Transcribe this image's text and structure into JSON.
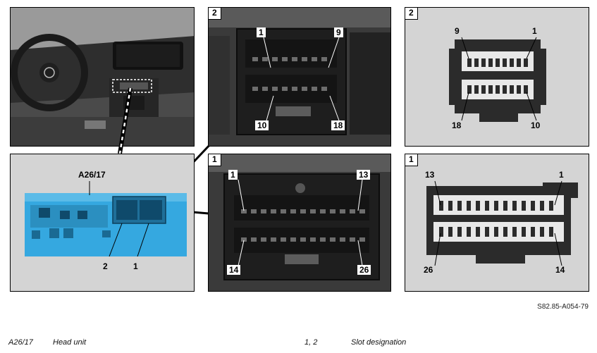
{
  "figure_code": "S82.85-A054-79",
  "panels": {
    "connector2_photo": {
      "tag": "2",
      "pins": {
        "p1": "1",
        "p9": "9",
        "p10": "10",
        "p18": "18"
      }
    },
    "connector2_drawing": {
      "tag": "2",
      "pins": {
        "p9": "9",
        "p1": "1",
        "p18": "18",
        "p10": "10"
      }
    },
    "connector1_photo": {
      "tag": "1",
      "pins": {
        "p1": "1",
        "p13": "13",
        "p14": "14",
        "p26": "26"
      }
    },
    "connector1_drawing": {
      "tag": "1",
      "pins": {
        "p13": "13",
        "p1": "1",
        "p26": "26",
        "p14": "14"
      }
    },
    "head_unit": {
      "label": "A26/17",
      "slot2": "2",
      "slot1": "1"
    }
  },
  "legend": [
    {
      "code": "A26/17",
      "text": "Head unit"
    },
    {
      "code": "1, 2",
      "text": "Slot designation"
    }
  ],
  "colors": {
    "unit_blue": "#35a8e0",
    "panel_grey": "#d4d4d4",
    "photo_dark": "#2a2a2a"
  }
}
